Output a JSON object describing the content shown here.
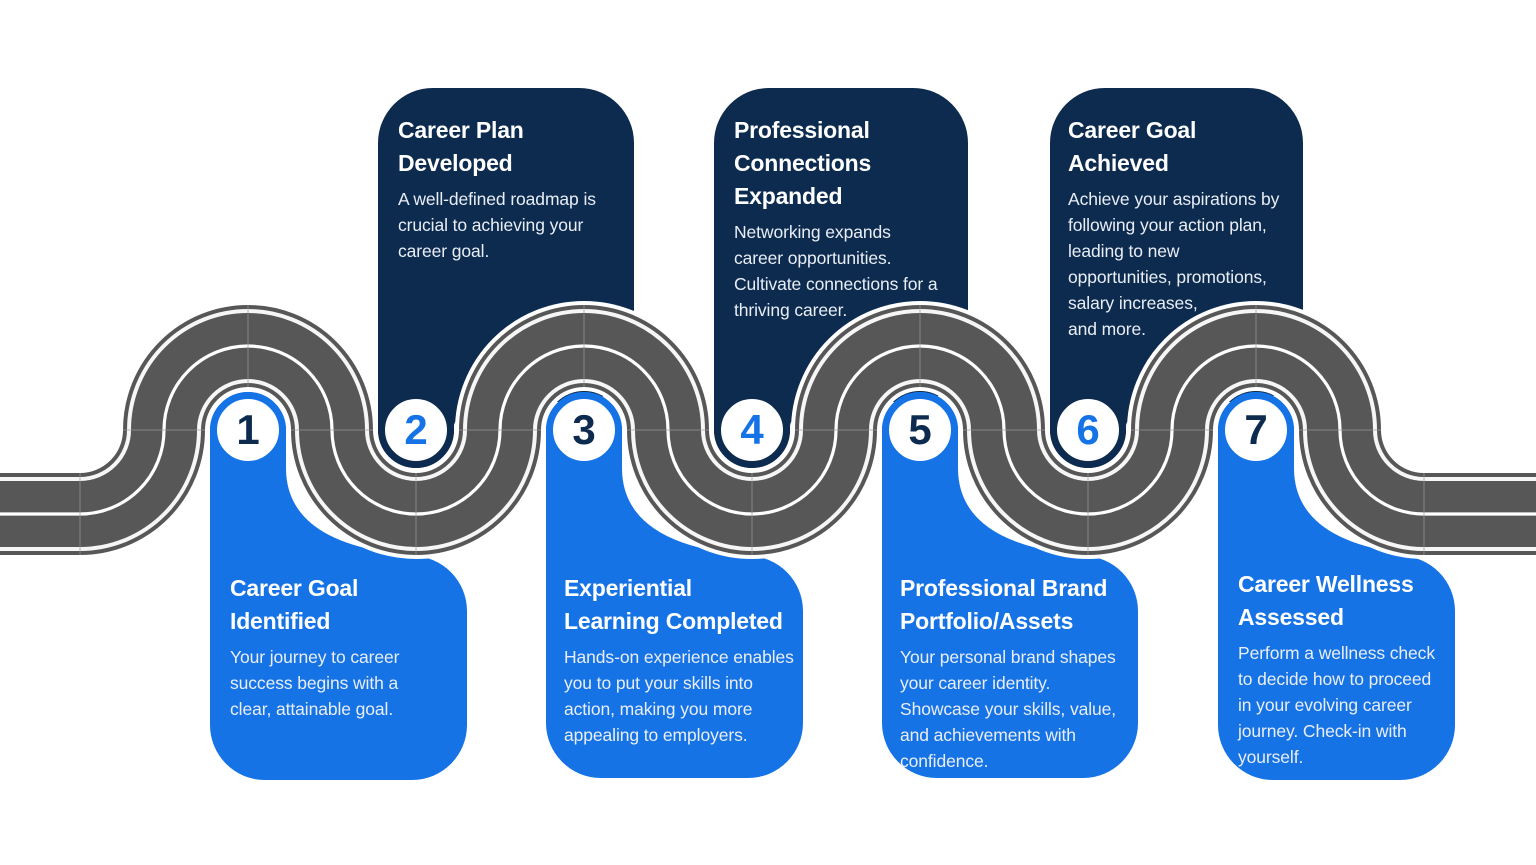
{
  "figure": {
    "kind": "career-journey-roadmap-infographic",
    "background_color": "#ffffff"
  },
  "road": {
    "asphalt_color": "#575757",
    "marking_color": "#ffffff",
    "shape": "serpentine road with seven switchback turns"
  },
  "colors": {
    "navy": "#0d2b4f",
    "blue": "#1673e6"
  },
  "steps": [
    {
      "number": "1",
      "title": "Career Goal\nIdentified",
      "description": "Your journey to career\nsuccess begins with a\nclear, attainable goal.",
      "card_position": "bottom",
      "card_color": "#1673e6",
      "number_color": "#0d2b4f"
    },
    {
      "number": "2",
      "title": "Career Plan\nDeveloped",
      "description": "A well-defined roadmap is\ncrucial to achieving your\ncareer goal.",
      "card_position": "top",
      "card_color": "#0d2b4f",
      "number_color": "#1673e6"
    },
    {
      "number": "3",
      "title": "Experiential\nLearning Completed",
      "description": "Hands-on experience enables\nyou to put your skills into\naction, making you more\nappealing to employers.",
      "card_position": "bottom",
      "card_color": "#1673e6",
      "number_color": "#0d2b4f"
    },
    {
      "number": "4",
      "title": "Professional\nConnections\nExpanded",
      "description": "Networking expands\ncareer opportunities.\nCultivate connections for a\nthriving career.",
      "card_position": "top",
      "card_color": "#0d2b4f",
      "number_color": "#1673e6"
    },
    {
      "number": "5",
      "title": "Professional Brand\nPortfolio/Assets",
      "description": "Your personal brand shapes\nyour career identity.\nShowcase your skills, value,\nand achievements with\nconfidence.",
      "card_position": "bottom",
      "card_color": "#1673e6",
      "number_color": "#0d2b4f"
    },
    {
      "number": "6",
      "title": "Career Goal\nAchieved",
      "description": "Achieve your aspirations by\nfollowing your action plan,\nleading to new\nopportunities, promotions,\nsalary increases,\nand more.",
      "card_position": "top",
      "card_color": "#0d2b4f",
      "number_color": "#1673e6"
    },
    {
      "number": "7",
      "title": "Career Wellness\nAssessed",
      "description": "Perform a wellness check\nto decide how to proceed\nin your evolving career\njourney. Check-in with\nyourself.",
      "card_position": "bottom",
      "card_color": "#1673e6",
      "number_color": "#0d2b4f"
    }
  ]
}
